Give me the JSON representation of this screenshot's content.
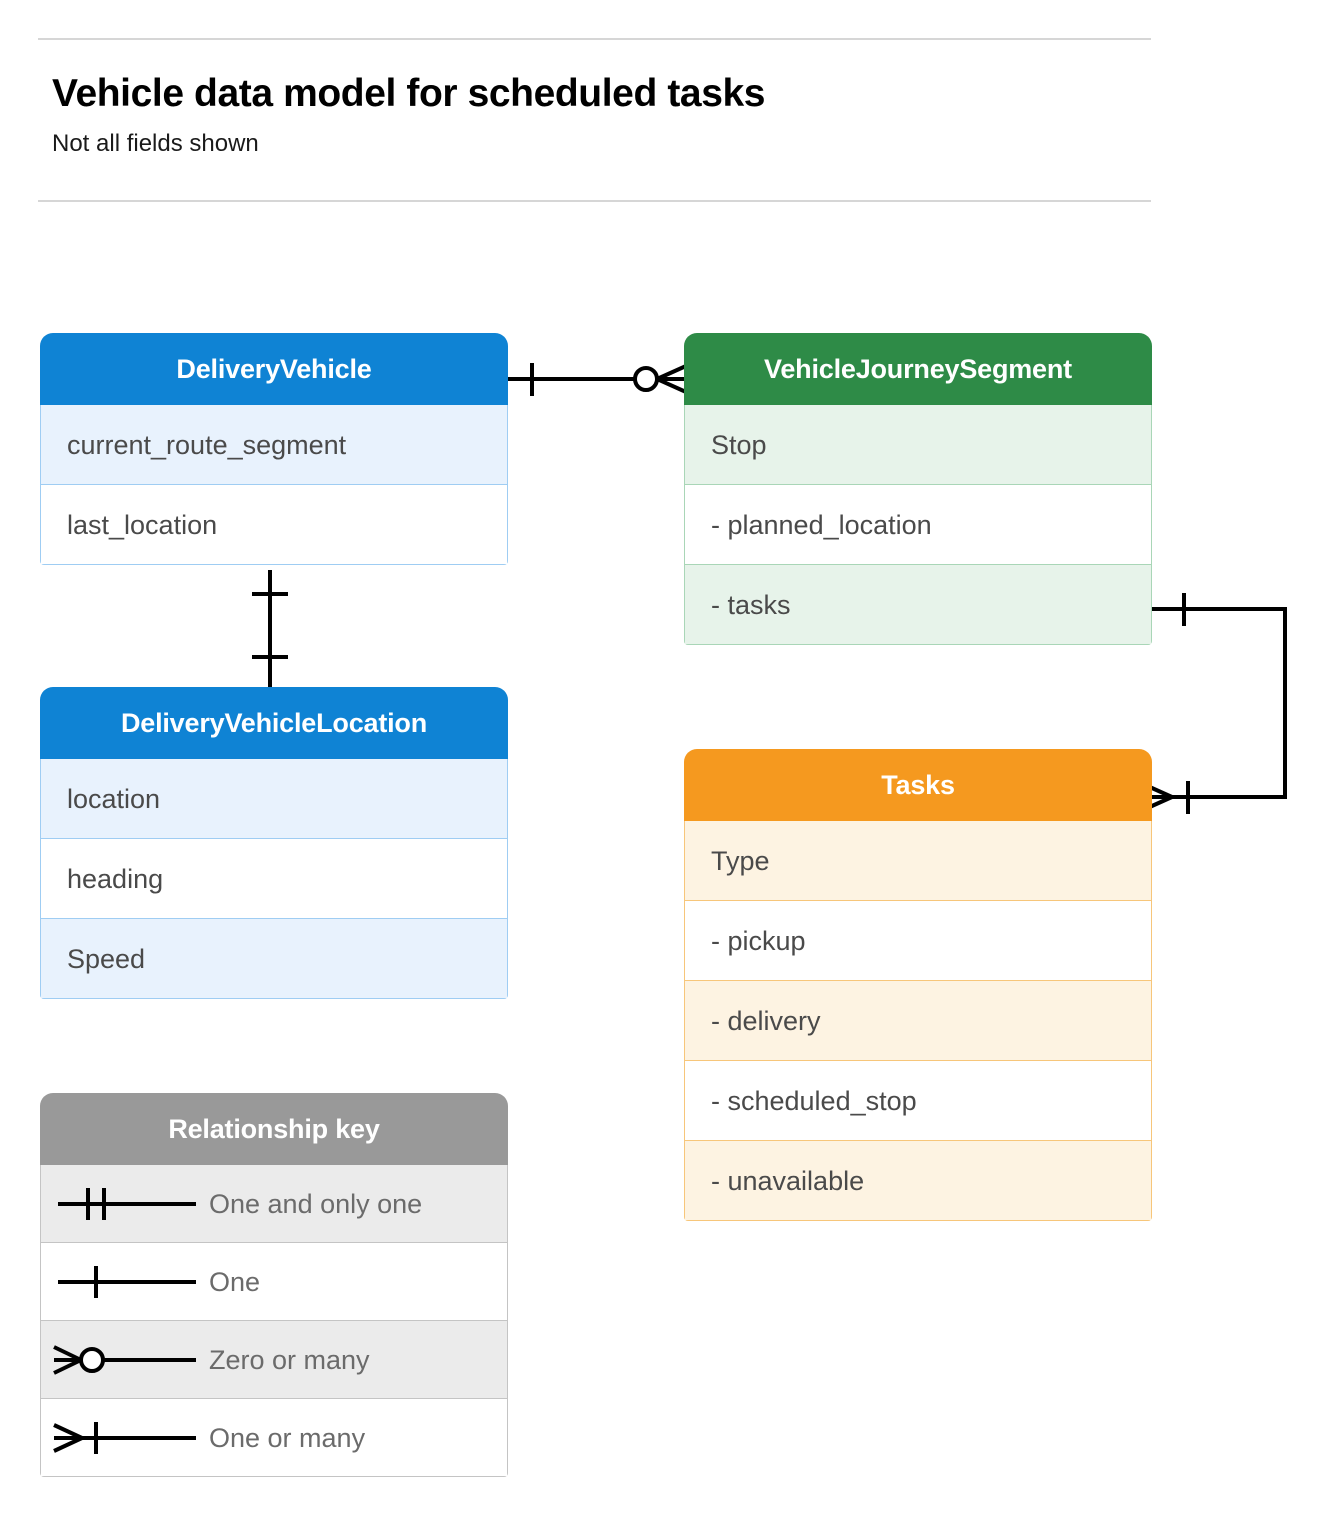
{
  "header": {
    "title": "Vehicle data model for scheduled tasks",
    "subtitle": "Not all fields shown"
  },
  "entities": [
    {
      "id": "delivery-vehicle",
      "name": "DeliveryVehicle",
      "color": "#0f83d4",
      "rows": [
        "current_route_segment",
        "last_location"
      ]
    },
    {
      "id": "journey-segment",
      "name": "VehicleJourneySegment",
      "color": "#2e8b47",
      "rows": [
        "Stop",
        "-  planned_location",
        "- tasks"
      ]
    },
    {
      "id": "vehicle-location",
      "name": "DeliveryVehicleLocation",
      "color": "#0f83d4",
      "rows": [
        "location",
        "heading",
        "Speed"
      ]
    },
    {
      "id": "tasks",
      "name": "Tasks",
      "color": "#f5991f",
      "rows": [
        "Type",
        "-  pickup",
        "-  delivery",
        "-  scheduled_stop",
        "-  unavailable"
      ]
    }
  ],
  "legend": {
    "title": "Relationship key",
    "color": "#999999",
    "items": [
      {
        "symbol": "one-and-only-one",
        "label": "One and only one"
      },
      {
        "symbol": "one",
        "label": "One"
      },
      {
        "symbol": "zero-or-many",
        "label": "Zero or many"
      },
      {
        "symbol": "one-or-many",
        "label": "One or many"
      }
    ]
  },
  "relationships": [
    {
      "id": "vehicle-to-segment",
      "from": "DeliveryVehicle",
      "to": "VehicleJourneySegment",
      "from_cardinality": "one",
      "to_cardinality": "zero-or-many"
    },
    {
      "id": "vehicle-to-location",
      "from": "DeliveryVehicle",
      "to": "DeliveryVehicleLocation",
      "from_cardinality": "one",
      "to_cardinality": "one"
    },
    {
      "id": "segment-tasks-to-tasks",
      "from": "VehicleJourneySegment.tasks",
      "to": "Tasks",
      "from_cardinality": "one",
      "to_cardinality": "one-or-many"
    }
  ],
  "colors": {
    "line": "#000000",
    "rule": "#d6d6d6",
    "text": "#4a4a4a",
    "legend_text": "#6b6b6b"
  }
}
